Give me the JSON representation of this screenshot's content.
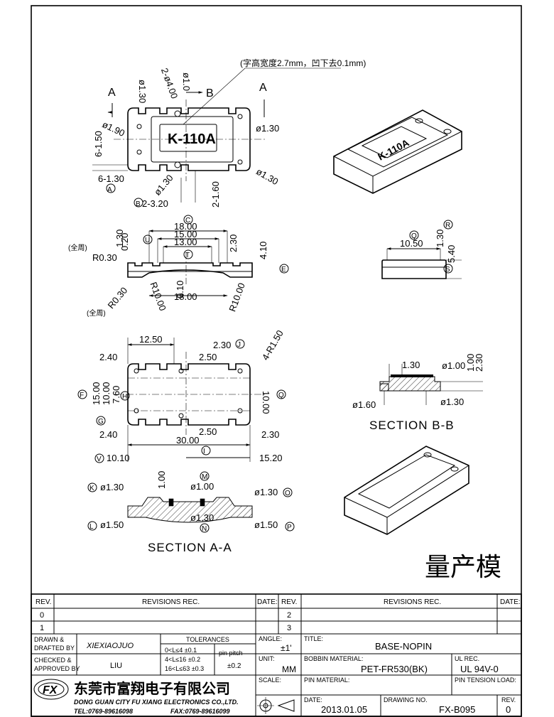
{
  "part": {
    "marking": "K-110A",
    "note": "(字高宽度2.7mm，凹下去0.1mm)",
    "production_label": "量产模"
  },
  "views": {
    "top": {
      "section_a": "A",
      "section_b": "B",
      "dims": {
        "d_130_top": "ø1.30",
        "d_400": "2-ø4.00",
        "d_100": "ø1.0",
        "d_130_right": "ø1.30",
        "d_190": "ø1.90",
        "d_130_bottom": "ø1.30",
        "d_130_br": "ø1.30",
        "v_150": "6-1.50",
        "h_130": "6-1.30",
        "r_320": "2-3.20",
        "v_160": "2-1.60",
        "circ_a": "A",
        "circ_b": "B"
      }
    },
    "front": {
      "dims": {
        "w_1800": "18.00",
        "w_1500": "15.00",
        "w_1300": "13.00",
        "h_130": "1.30",
        "h_020": "0.20",
        "h_230": "2.30",
        "h_410": "4.10",
        "h_010": "0.10",
        "w_1800_b": "18.00",
        "r_030_top": "R0.30",
        "r_030_bot": "R0.30",
        "r_1000_l": "R10.00",
        "r_1000_r": "R10.00",
        "all_label": "(全周)",
        "circ_c": "C",
        "circ_u": "U",
        "circ_t": "T",
        "circ_e": "E"
      }
    },
    "side": {
      "dims": {
        "w_1050": "10.50",
        "h_130": "1.30",
        "h_540": "5.40",
        "circ_q": "Q",
        "circ_r": "R",
        "circ_s": "S"
      }
    },
    "bottom": {
      "dims": {
        "w_1250": "12.50",
        "w_240_top": "2.40",
        "w_250_top": "2.50",
        "w_230_top": "2.30",
        "r_150": "4-R1.50",
        "h_1500": "15.00",
        "h_1000_l": "10.00",
        "h_760": "7.60",
        "h_1000_r": "10.00",
        "w_240_bot": "2.40",
        "w_250_bot": "2.50",
        "w_230_bot": "2.30",
        "w_3000": "30.00",
        "w_1010": "10.10",
        "w_1520": "15.20",
        "circ_f": "F",
        "circ_g": "G",
        "circ_h": "H",
        "circ_i": "I",
        "circ_j": "J",
        "circ_q": "Q",
        "circ_v": "V"
      }
    },
    "section_bb": {
      "title": "SECTION B-B",
      "dims": {
        "w_130": "1.30",
        "d_100": "ø1.00",
        "h_100": "1.00",
        "h_230": "2.30",
        "d_160": "ø1.60",
        "d_130": "ø1.30"
      }
    },
    "section_aa": {
      "title": "SECTION A-A",
      "dims": {
        "h_100": "1.00",
        "d_100": "ø1.00",
        "d_130_tl": "ø1.30",
        "d_130_tr": "ø1.30",
        "d_150_l": "ø1.50",
        "d_130_c": "ø1.30",
        "d_150_r": "ø1.50",
        "circ_k": "K",
        "circ_m": "M",
        "circ_o": "O",
        "circ_l": "L",
        "circ_n": "N",
        "circ_p": "P"
      }
    }
  },
  "title_block": {
    "rev_header": "REV.",
    "revisions_header": "REVISIONS   REC.",
    "date_header": "DATE:",
    "rev_rows_left": [
      "0",
      "1"
    ],
    "rev_rows_right": [
      "2",
      "3"
    ],
    "drawn_label": "DRAWN &\nDRAFTED BY",
    "drawn_value": "XIEXIAOJUO",
    "checked_label": "CHECKED &\nAPPROVED BY",
    "checked_value": "LIU",
    "tolerances_header": "TOLERANCES",
    "tol_rows": [
      "0<L≤4   ±0.1",
      "4<L≤16  ±0.2",
      "16<L≤63 ±0.3"
    ],
    "pin_pitch_label": "pin pitch",
    "pin_pitch_value": "±0.2",
    "angle_label": "ANGLE:",
    "angle_value": "±1'",
    "unit_label": "UNIT:",
    "unit_value": "MM",
    "scale_label": "SCALE:",
    "title_label": "TITLE:",
    "title_value": "BASE-NOPIN",
    "bobbin_label": "BOBBIN MATERIAL:",
    "bobbin_value": "PET-FR530(BK)",
    "ul_label": "UL REC.",
    "ul_value": "UL 94V-0",
    "pin_material_label": "PIN MATERIAL:",
    "pin_tension_label": "PIN TENSION LOAD:",
    "date_label": "DATE:",
    "date_value": "2013.01.05",
    "drawing_no_label": "DRAWING NO.",
    "drawing_no_value": "FX-B095",
    "rev_label": "REV.",
    "rev_value": "0",
    "company_cn": "东莞市富翔电子有限公司",
    "company_en": "DONG GUAN CITY FU XIANG ELECTRONICS CO.,LTD.",
    "tel": "TEL:0769-89616098",
    "fax": "FAX:0769-89616099",
    "logo_text": "FX"
  }
}
